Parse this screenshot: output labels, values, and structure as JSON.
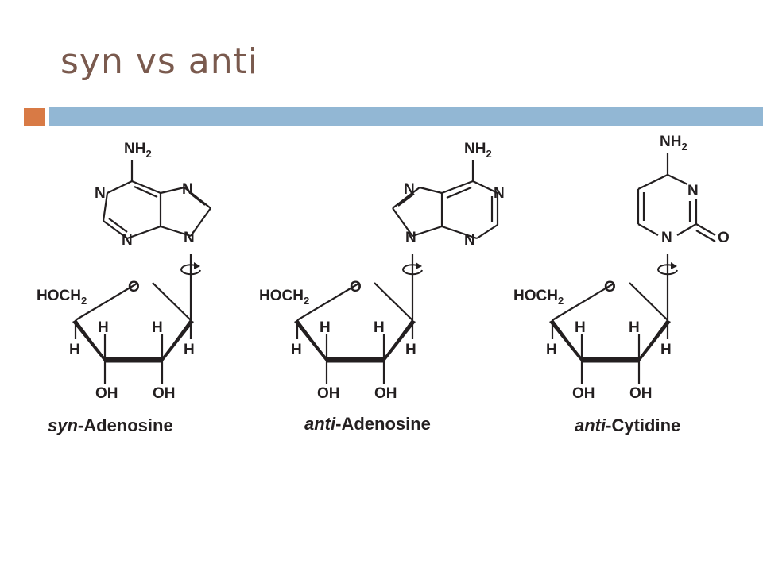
{
  "slide": {
    "title": "syn vs anti"
  },
  "colors": {
    "title": "#7a5a4e",
    "accent": "#d87a45",
    "rule": "#92b7d4",
    "ink": "#231f20"
  },
  "atoms": {
    "N": "N",
    "O": "O",
    "H": "H",
    "OH": "OH",
    "NH": "NH",
    "HOCH": "HOCH",
    "sub2": "2"
  },
  "molecules": [
    {
      "prefix": "syn",
      "name": "-Adenosine"
    },
    {
      "prefix": "anti",
      "name": "-Adenosine"
    },
    {
      "prefix": "anti",
      "name": "-Cytidine"
    }
  ]
}
